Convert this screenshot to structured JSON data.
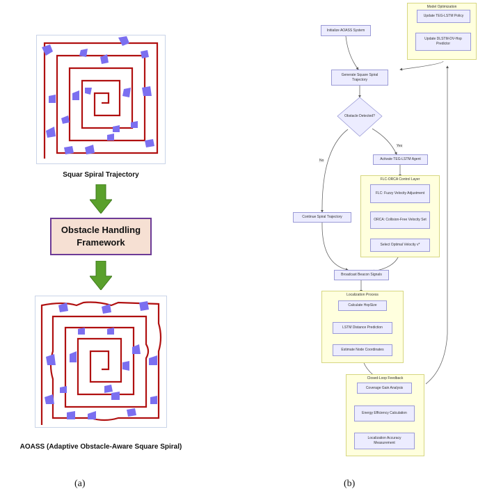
{
  "panel_a": {
    "top_caption": "Squar Spiral Trajectory",
    "framework_line1": "Obstacle Handling",
    "framework_line2": "Framework",
    "bottom_caption": "AOASS (Adaptive Obstacle-Aware Square Spiral)",
    "label": "(a)",
    "colors": {
      "path": "#b01010",
      "obstacle": "#7b6ff0",
      "arrow": "#5aa02c",
      "frame_border": "#6c3a96",
      "frame_fill": "#f6e0d3"
    }
  },
  "panel_b": {
    "label": "(b)",
    "nodes": {
      "init": "Initialize AOASS System",
      "generate": "Generate Square Spiral Trajectory",
      "decision": "Obstacle Detected?",
      "activate": "Activate TEG-LSTM Agent",
      "continue": "Continue Spiral Trajectory",
      "fuzzy": "FLC: Fuzzy Velocity Adjustment",
      "orca": "ORCA: Collision-Free Velocity Set",
      "select": "Select Optimal Velocity v*",
      "broadcast": "Broadcast Beacon Signals",
      "hopsize": "Calculate HopSize",
      "lstm_dist": "LSTM Distance Prediction",
      "estimate": "Estimate Node Coordinates",
      "coverage": "Coverage Gain Analysis",
      "energy": "Energy Efficiency Calculation",
      "accuracy": "Localization Accuracy Measurement",
      "update_policy": "Update TEG-LSTM Policy",
      "update_predictor": "Update DLSTM-DV-Hop Predictor"
    },
    "clusters": {
      "model_opt": "Model Optimization",
      "flc_orca": "FLC-ORCA Control Layer",
      "localization": "Localization Process",
      "feedback": "Closed-Loop Feedback"
    },
    "edge_labels": {
      "yes": "Yes",
      "no": "No"
    },
    "colors": {
      "node_fill": "#ececff",
      "node_border": "#9a9ad6",
      "cluster_fill": "#ffffde",
      "cluster_border": "#d6d680",
      "edge": "#555555"
    }
  }
}
